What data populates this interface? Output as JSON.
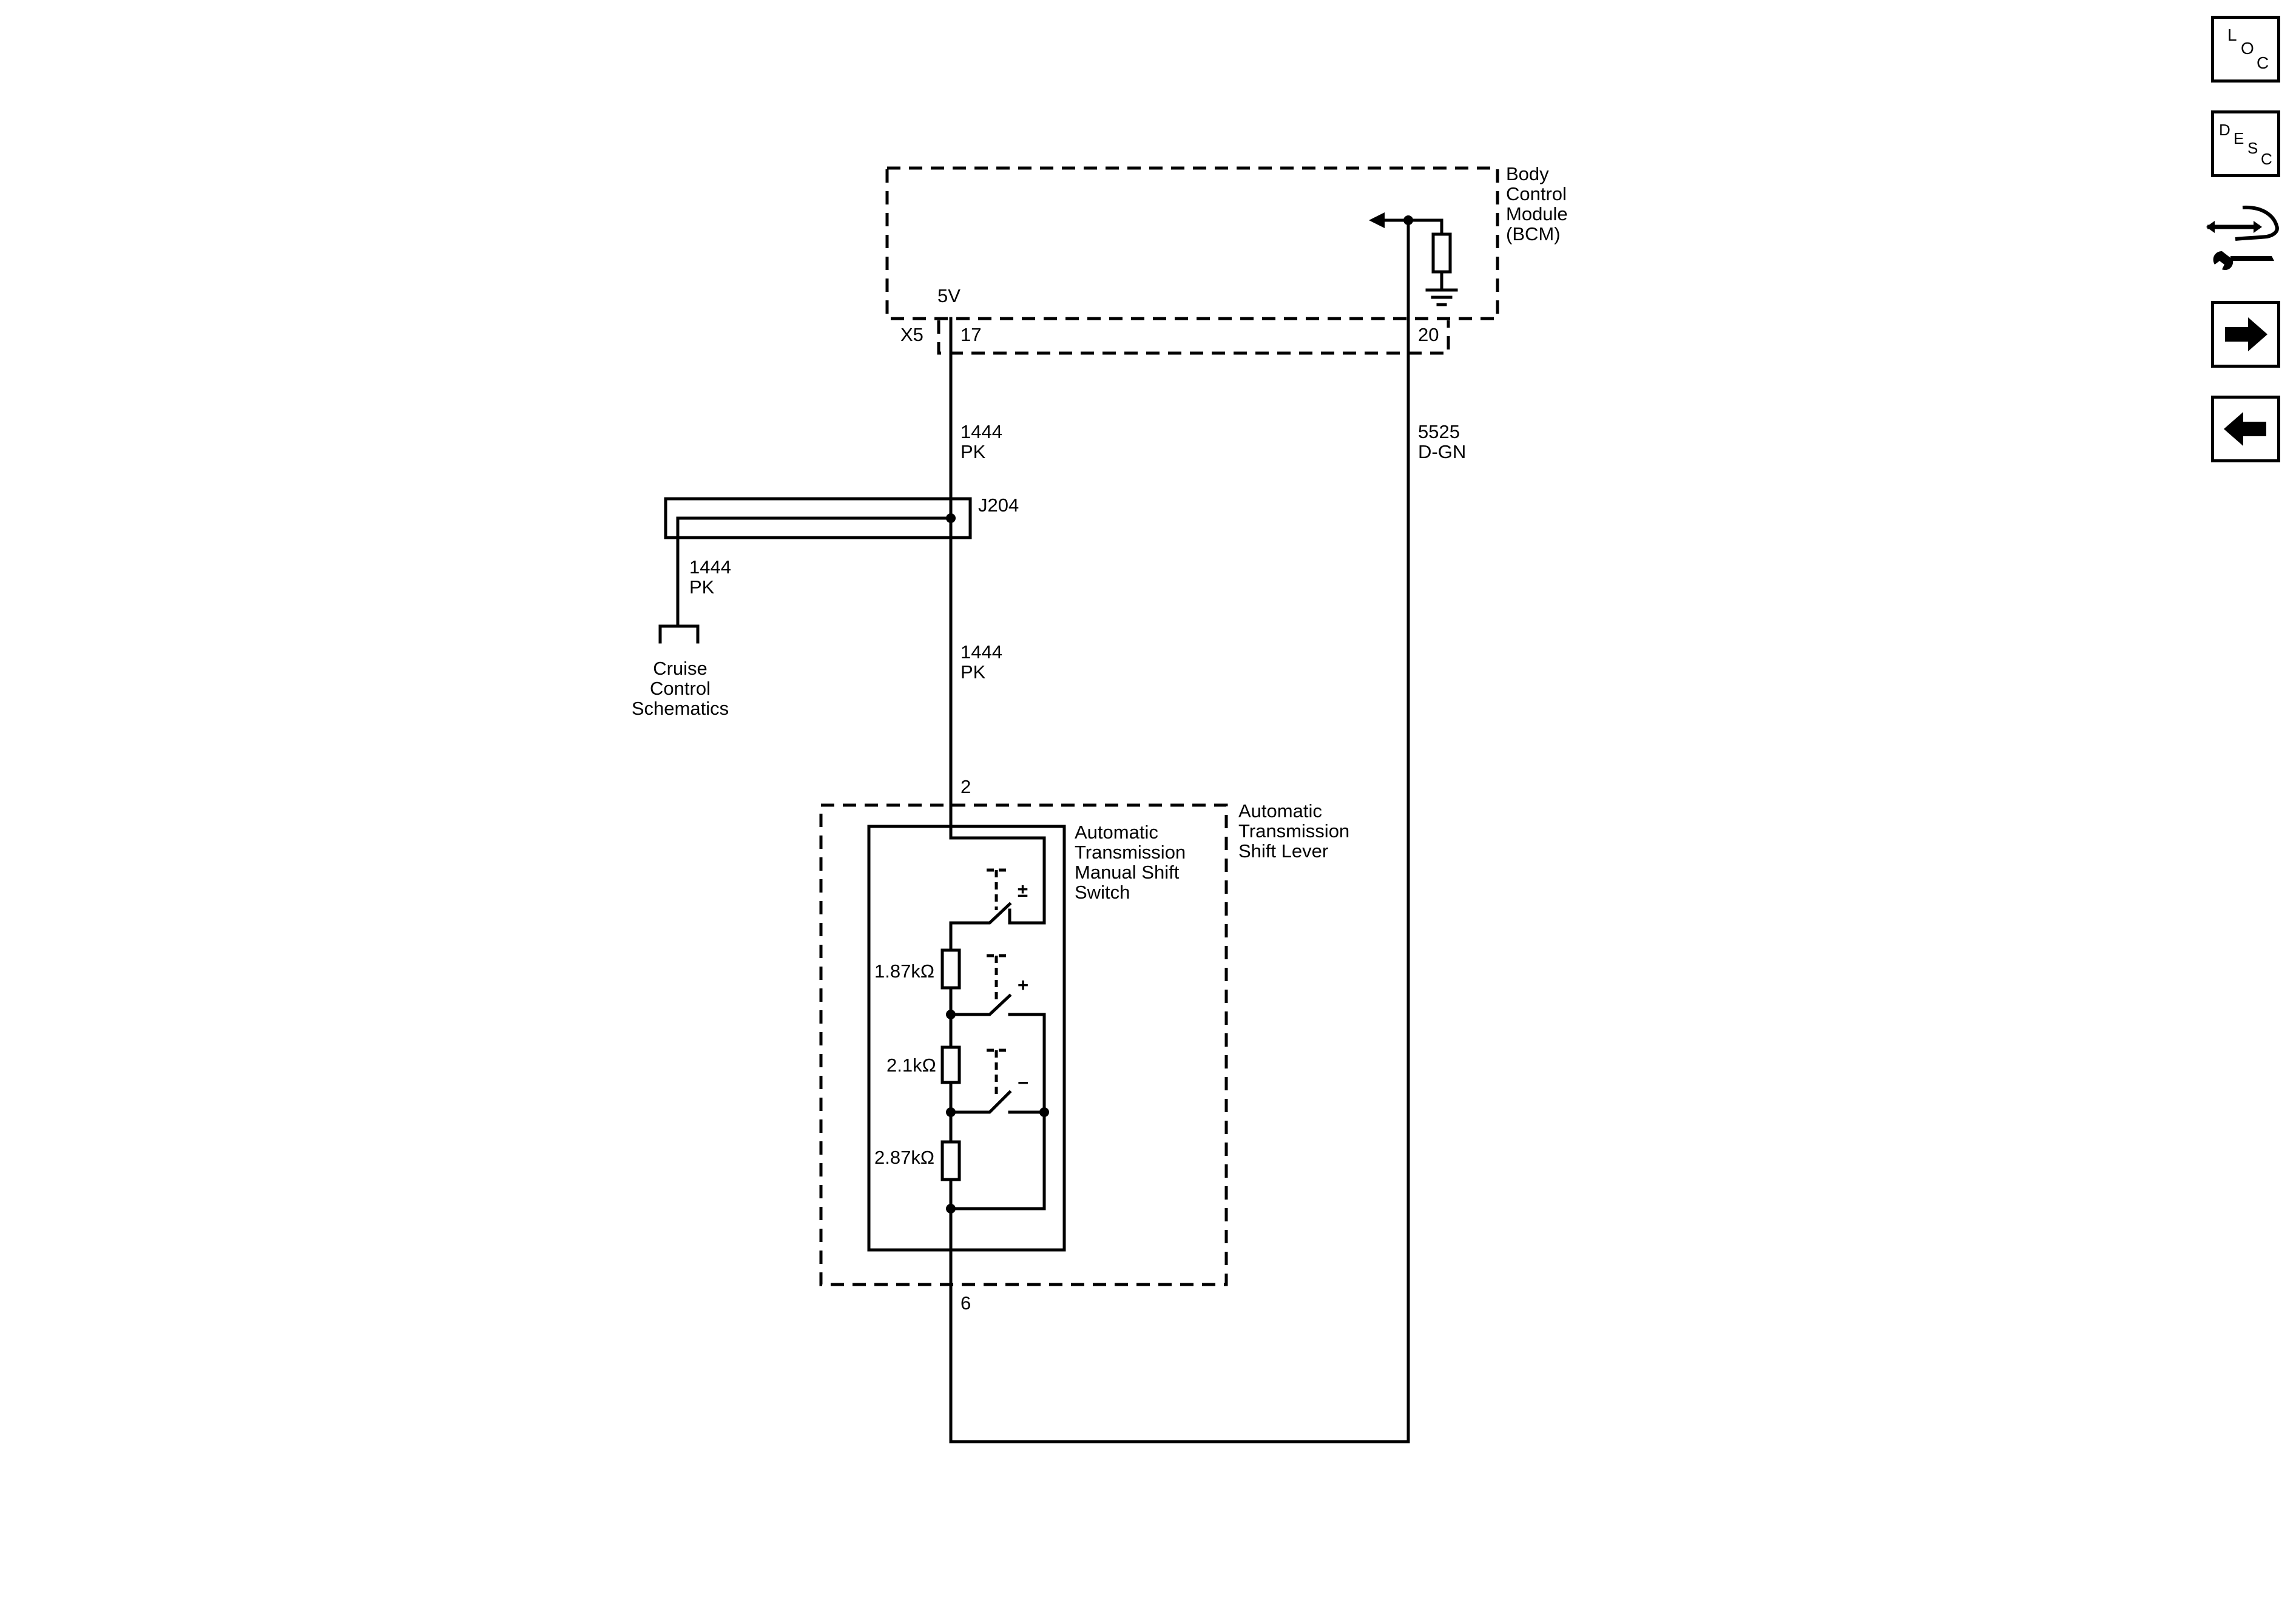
{
  "bcm": {
    "name_lines": [
      "Body",
      "Control",
      "Module",
      "(BCM)"
    ],
    "voltage": "5V",
    "connector": "X5",
    "pin_a": "17",
    "pin_b": "20"
  },
  "wires": {
    "pk_upper": [
      "1444",
      "PK"
    ],
    "pk_lower": [
      "1444",
      "PK"
    ],
    "pk_branch": [
      "1444",
      "PK"
    ],
    "dgn": [
      "5525",
      "D-GN"
    ]
  },
  "splice": "J204",
  "cruise_ref": [
    "Cruise",
    "Control",
    "Schematics"
  ],
  "shift_lever": {
    "name_lines": [
      "Automatic",
      "Transmission",
      "Shift Lever"
    ],
    "pin_top": "2",
    "pin_bottom": "6"
  },
  "switch": {
    "name_lines": [
      "Automatic",
      "Transmission",
      "Manual Shift",
      "Switch"
    ],
    "resistors": [
      "1.87kΩ",
      "2.1kΩ",
      "2.87kΩ"
    ],
    "contacts": [
      "±",
      "+",
      "−"
    ]
  },
  "nav": {
    "loc": [
      "L",
      "O",
      "C"
    ],
    "desc": [
      "D",
      "E",
      "S",
      "C"
    ]
  }
}
